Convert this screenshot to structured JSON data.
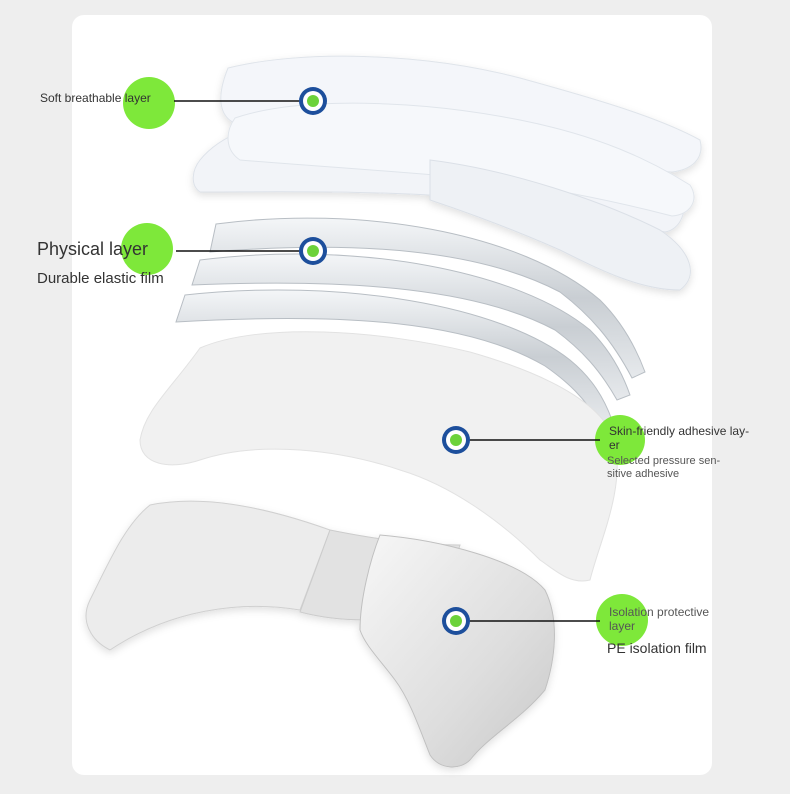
{
  "colors": {
    "marker_ring": "#1d4f9c",
    "marker_center": "#6cd23a",
    "highlight_blob": "#7ee83a",
    "leader_line": "#111111"
  },
  "layers": [
    {
      "title": "Soft breathable layer",
      "subtitle": ""
    },
    {
      "title": "Physical layer",
      "subtitle": "Durable elastic film"
    },
    {
      "title": "Skin-friendly adhesive lay-\ner",
      "subtitle": "Selected pressure sen-\nsitive adhesive"
    },
    {
      "title": "Isolation protective\nlayer",
      "subtitle": "PE isolation film"
    }
  ]
}
